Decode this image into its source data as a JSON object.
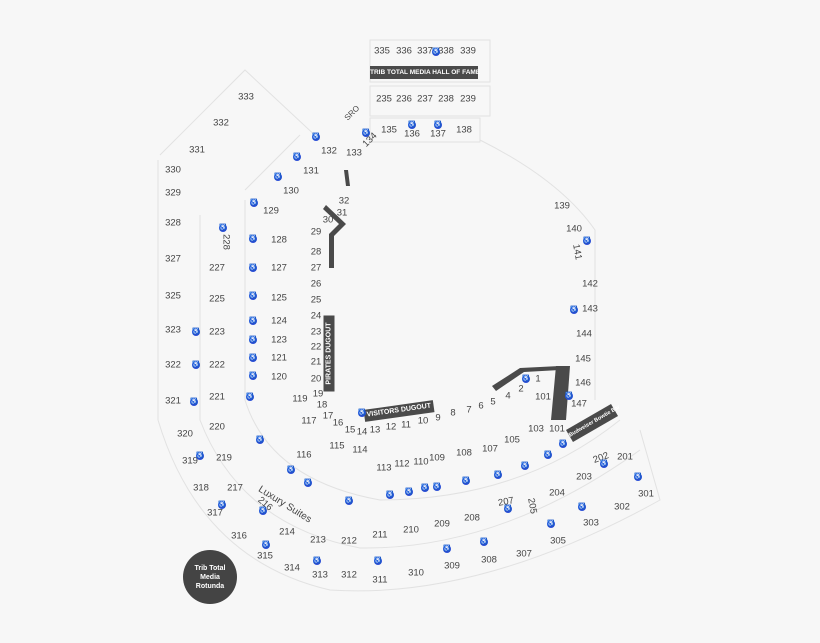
{
  "map": {
    "colors": {
      "background": "#f7f7f7",
      "section_text": "#444444",
      "feature": "#4a4a4a",
      "accessible": "#2a4fd6"
    },
    "landmarks": {
      "hall_of_fame": "TRIB TOTAL MEDIA HALL OF FAME",
      "pirates_dugout": "PIRATES DUGOUT",
      "visitors_dugout": "VISITORS DUGOUT",
      "bowtie_bar": "Budweiser Bowtie Bar",
      "luxury_suites": "Luxury Suites",
      "rotunda": "Trib Total Media Rotunda",
      "sro": "SRO"
    },
    "accessible_icon": "wheelchair-icon",
    "sections": [
      "335",
      "336",
      "337",
      "338",
      "339",
      "235",
      "236",
      "237",
      "238",
      "239",
      "135",
      "136",
      "137",
      "138",
      "333",
      "332",
      "331",
      "330",
      "329",
      "328",
      "327",
      "325",
      "323",
      "322",
      "321",
      "320",
      "319",
      "318",
      "317",
      "316",
      "315",
      "314",
      "313",
      "312",
      "311",
      "310",
      "309",
      "308",
      "307",
      "305",
      "303",
      "302",
      "301",
      "228",
      "227",
      "225",
      "223",
      "222",
      "221",
      "220",
      "219",
      "217",
      "216",
      "214",
      "213",
      "212",
      "211",
      "210",
      "209",
      "208",
      "207",
      "205",
      "204",
      "203",
      "202",
      "201",
      "134",
      "133",
      "132",
      "131",
      "130",
      "129",
      "128",
      "127",
      "125",
      "124",
      "123",
      "121",
      "120",
      "119",
      "117",
      "116",
      "115",
      "114",
      "113",
      "112",
      "110",
      "109",
      "108",
      "107",
      "105",
      "103",
      "101",
      "101",
      "147",
      "146",
      "145",
      "144",
      "143",
      "142",
      "141",
      "140",
      "139",
      "32",
      "31",
      "30",
      "29",
      "28",
      "27",
      "26",
      "25",
      "24",
      "23",
      "22",
      "21",
      "20",
      "19",
      "18",
      "17",
      "16",
      "15",
      "14",
      "13",
      "12",
      "11",
      "10",
      "9",
      "8",
      "7",
      "6",
      "5",
      "4",
      "2",
      "1"
    ]
  }
}
